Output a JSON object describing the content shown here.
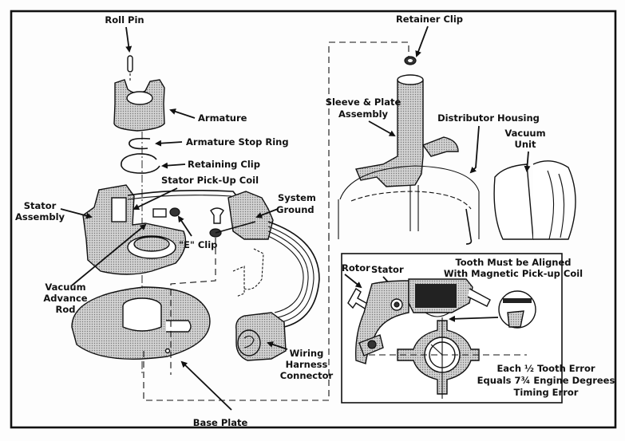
{
  "diagram": {
    "type": "exploded-view",
    "subject": "Distributor pickup / stator assembly",
    "left_panel": {
      "labels": {
        "roll_pin": "Roll Pin",
        "armature": "Armature",
        "armature_stop_ring": "Armature Stop Ring",
        "retaining_clip": "Retaining Clip",
        "stator_pickup_coil": "Stator Pick-Up  Coil",
        "stator_assembly_1": "Stator",
        "stator_assembly_2": "Assembly",
        "e_clip": "\"E\"  Clip",
        "system_ground_1": "System",
        "system_ground_2": "Ground",
        "vacuum_advance_rod_1": "Vacuum",
        "vacuum_advance_rod_2": "Advance",
        "vacuum_advance_rod_3": "Rod",
        "wiring_harness_1": "Wiring",
        "wiring_harness_2": "Harness",
        "wiring_harness_3": "Connector",
        "base_plate": "Base Plate"
      }
    },
    "right_panel": {
      "labels": {
        "retainer_clip": "Retainer Clip",
        "sleeve_plate_1": "Sleeve & Plate",
        "sleeve_plate_2": "Assembly",
        "distributor_housing": "Distributor Housing",
        "vacuum_unit_1": "Vacuum",
        "vacuum_unit_2": "Unit"
      }
    },
    "inset": {
      "labels": {
        "rotor": "Rotor",
        "stator": "Stator",
        "tooth_note_1": "Tooth Must be Aligned",
        "tooth_note_2": "With Magnetic Pick-up Coil",
        "error_note_1": "Each ½  Tooth Error",
        "error_note_2": "Equals 7¾  Engine Degrees",
        "error_note_3": "Timing Error"
      }
    }
  }
}
